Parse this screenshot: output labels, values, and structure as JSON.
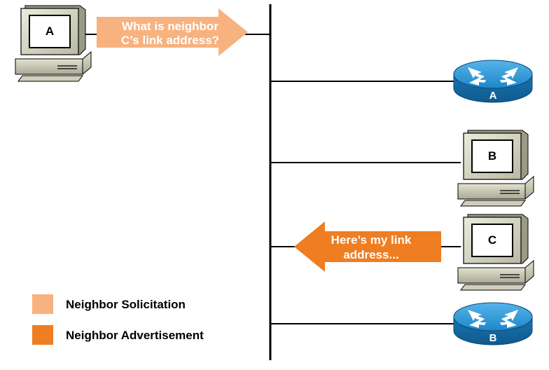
{
  "colors": {
    "solicitation": "#f7b27f",
    "advertisement": "#ef7d21",
    "router_blue": "#1f86c8",
    "line": "#000000"
  },
  "nodes": {
    "host_a": {
      "label": "A",
      "icon": "desktop-computer-icon"
    },
    "router_a": {
      "label": "A",
      "icon": "router-icon"
    },
    "host_b": {
      "label": "B",
      "icon": "desktop-computer-icon"
    },
    "host_c": {
      "label": "C",
      "icon": "desktop-computer-icon"
    },
    "router_b": {
      "label": "B",
      "icon": "router-icon"
    }
  },
  "messages": {
    "solicitation": {
      "line1": "What is neighbor",
      "line2": "C’s link address?"
    },
    "advertisement": {
      "line1": "Here’s my link",
      "line2": "address..."
    }
  },
  "legend": {
    "solicitation_label": "Neighbor Solicitation",
    "advertisement_label": "Neighbor Advertisement"
  }
}
